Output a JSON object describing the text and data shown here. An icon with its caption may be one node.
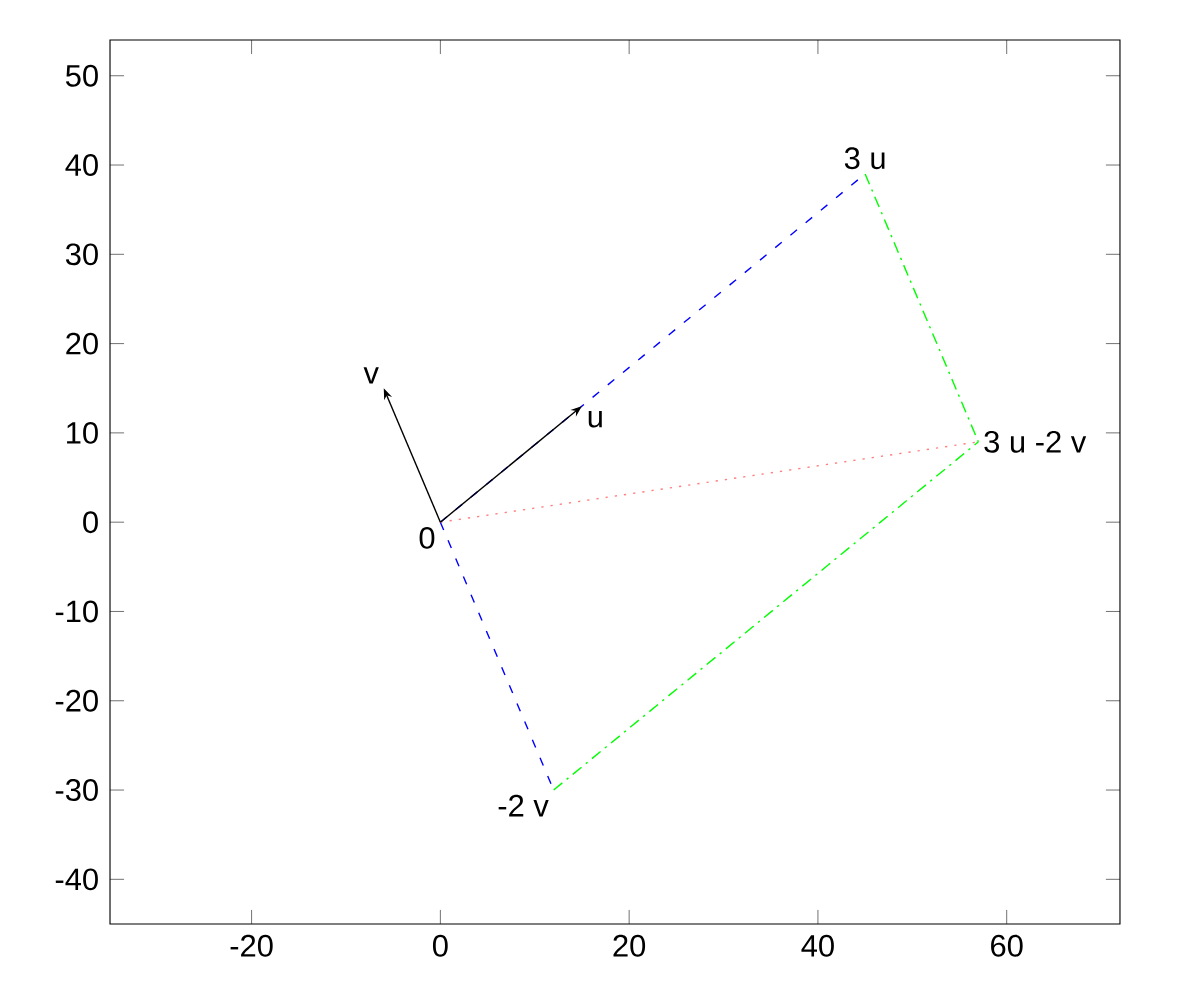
{
  "diagram": {
    "nodes": [
      {
        "text": [
          "0"
        ]
      },
      {
        "text": [
          "u"
        ]
      },
      {
        "text": [
          "v"
        ]
      },
      {
        "text": [
          "3 u"
        ]
      },
      {
        "text": [
          "-2 v"
        ]
      },
      {
        "text": [
          "3 u -2 v"
        ]
      }
    ],
    "edges": [
      {
        "from": 0,
        "to": 3,
        "arrow": "none",
        "style": "dashed",
        "color": "#0000ff"
      },
      {
        "from": 0,
        "to": 4,
        "arrow": "none",
        "style": "dashed",
        "color": "#0000ff"
      },
      {
        "from": 3,
        "to": 5,
        "arrow": "none",
        "style": "dashed",
        "color": "#00ff00"
      },
      {
        "from": 4,
        "to": 5,
        "arrow": "none",
        "style": "dashed",
        "color": "#00ff00"
      },
      {
        "from": 0,
        "to": 5,
        "arrow": "none",
        "style": "dashed",
        "color": "#ff8080"
      },
      {
        "from": 0,
        "to": 1,
        "arrow": "to",
        "color": "#000000"
      },
      {
        "from": 0,
        "to": 2,
        "arrow": "to",
        "color": "#000000"
      }
    ],
    "chart_data": {
      "type": "line",
      "xlim": [
        -35,
        72
      ],
      "ylim": [
        -45,
        54
      ],
      "xticks": [
        {
          "value": -20,
          "label": "-20"
        },
        {
          "value": 0,
          "label": "0"
        },
        {
          "value": 20,
          "label": "20"
        },
        {
          "value": 40,
          "label": "40"
        },
        {
          "value": 60,
          "label": "60"
        }
      ],
      "yticks": [
        {
          "value": -40,
          "label": "-40"
        },
        {
          "value": -30,
          "label": "-30"
        },
        {
          "value": -20,
          "label": "-20"
        },
        {
          "value": -10,
          "label": "-10"
        },
        {
          "value": 0,
          "label": "0"
        },
        {
          "value": 10,
          "label": "10"
        },
        {
          "value": 20,
          "label": "20"
        },
        {
          "value": 30,
          "label": "30"
        },
        {
          "value": 40,
          "label": "40"
        },
        {
          "value": 50,
          "label": "50"
        }
      ]
    }
  }
}
